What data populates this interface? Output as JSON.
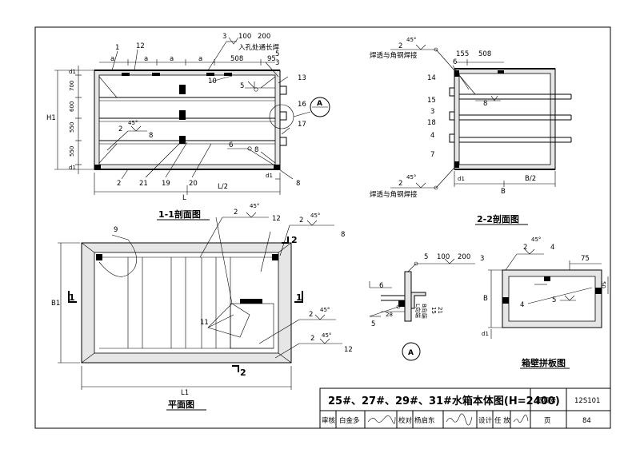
{
  "sections": {
    "s11": {
      "title": "1-1剖面图",
      "callouts": {
        "c1": "1",
        "c12": "12",
        "c3a": "3",
        "c3b": "3",
        "c100": "100",
        "c200": "200",
        "rk": "入孔处通长焊",
        "c5top": "5",
        "c10": "10",
        "c5m": "5",
        "c13": "13",
        "c16": "16",
        "c17": "17",
        "c8a": "8",
        "c2a": "2",
        "c45a": "45°",
        "c6": "6",
        "c8b": "8",
        "c2b": "2",
        "c21": "21",
        "c19": "19",
        "c20": "20",
        "c8c": "8"
      },
      "dims": {
        "a1": "a",
        "a2": "a",
        "a3": "a",
        "a4": "a",
        "d508": "508",
        "d95": "95",
        "h1": "H1",
        "d1top": "d1",
        "d700": "700",
        "d600": "600",
        "d550a": "550",
        "d550b": "550",
        "d1bot": "d1",
        "d1right": "d1",
        "L": "L",
        "L2": "L/2",
        "d20": "20"
      }
    },
    "s22": {
      "title": "2-2剖面图",
      "callouts": {
        "c2top": "2",
        "c45top": "45°",
        "weldTop": "焊透与角钢焊接",
        "c155": "155",
        "c508": "508",
        "c6": "6",
        "c14": "14",
        "c8": "8",
        "c15": "15",
        "c3": "3",
        "c18": "18",
        "c4": "4",
        "c7": "7",
        "c2bot": "2",
        "c45bot": "45°",
        "weldBot": "焊透与角钢焊接",
        "d1": "d1",
        "B": "B",
        "B2": "B/2"
      }
    },
    "plan": {
      "title": "平面图",
      "callouts": {
        "c9": "9",
        "c2a": "2",
        "c45a": "45°",
        "c12a": "12",
        "c2b": "2",
        "c45b": "45°",
        "c8": "8",
        "c11": "11",
        "c2c": "2",
        "c45c": "45°",
        "c2d": "2",
        "c45d": "45°",
        "c12b": "12"
      },
      "marks": {
        "m1l": "1",
        "m1r": "1",
        "m2t": "2",
        "m2b": "2"
      },
      "dims": {
        "B1": "B1",
        "L1": "L1"
      }
    },
    "detailA": {
      "label": "A",
      "callouts": {
        "c5a": "5",
        "c100": "100",
        "c200": "200",
        "c3": "3",
        "c6": "6",
        "c28": "28",
        "c5b": "5",
        "c15": "15",
        "c21": "21",
        "lv": "L向端",
        "bv": "B向端"
      }
    },
    "panel": {
      "title": "箱壁拼板图",
      "callouts": {
        "c2": "2",
        "c45": "45°",
        "c4a": "4",
        "c75": "75",
        "c4b": "4",
        "c5": "5",
        "c50": "50",
        "B": "B",
        "d1": "d1"
      }
    },
    "calloutA": "A"
  },
  "title_block": {
    "title": "25#、27#、29#、31#水箱本体图(H=2400)",
    "atlas_label": "图集号",
    "atlas_no": "12S101",
    "review_label": "审核",
    "review_name": "白金多",
    "check_label": "校对",
    "check_name": "杨启东",
    "design_label": "设计",
    "design_name": "任 放",
    "page_label": "页",
    "page_no": "84"
  }
}
